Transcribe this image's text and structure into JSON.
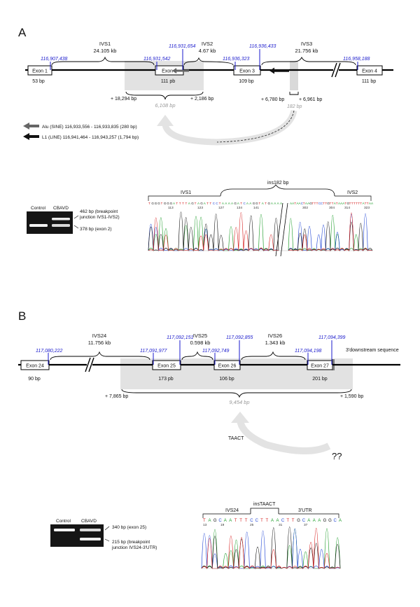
{
  "panelA": {
    "label": "A",
    "exons": [
      "Exon 1",
      "Exon 2",
      "Exon 3",
      "Exon 4"
    ],
    "exon_sizes": [
      "53  bp",
      "111  pb",
      "109  bp",
      "111  bp"
    ],
    "introns": [
      {
        "name": "IVS1",
        "size": "24.105  kb"
      },
      {
        "name": "IVS2",
        "size": "4.67  kb"
      },
      {
        "name": "IVS3",
        "size": "21.756  kb"
      }
    ],
    "positions": [
      "116,907,438",
      "116,931,542",
      "116,931,654",
      "116,936,323",
      "116,936,433",
      "116,958,188"
    ],
    "deletion_flanks": [
      "+ 18,294  bp",
      "+ 2,186  bp"
    ],
    "deletion_size": "6,108  bp",
    "insert_flanks": [
      "+ 6,780  bp",
      "+ 6,961  bp"
    ],
    "insert_size": "182 bp",
    "legend": [
      "Alu (SINE) 116,933,556 - 116,933,835 (280    bp)",
      "L1 (LINE) 116,941,464 - 116,943,257 (1,794    bp)"
    ],
    "gel_lanes": [
      "Control",
      "CBAVD"
    ],
    "gel_bands": [
      "462 bp (breakpoint",
      "junction IVS1-IVS2)",
      "378 bp (exon 2)"
    ],
    "seq_labels": [
      "IVS1",
      "ins182 bp",
      "IVS2"
    ],
    "seq_left": "TGGGTGGGATTTTAGTAGATTCCTAAAAGATCAAGGTATGAAAA",
    "seq_right": "AATAACTAAGTTTCCTTGTTATAAATGTTTTTTATTAA",
    "seq_nums_left": [
      "113",
      "123",
      "127",
      "134",
      "141"
    ],
    "seq_nums_right": [
      "302",
      "304",
      "314",
      "323"
    ]
  },
  "panelB": {
    "label": "B",
    "exons": [
      "Exon 24",
      "Exon 25",
      "Exon 26",
      "Exon 27"
    ],
    "exon_sizes": [
      "90  bp",
      "173  pb",
      "106  bp",
      "201  bp"
    ],
    "introns": [
      {
        "name": "IVS24",
        "size": "11.756  kb"
      },
      {
        "name": "IVS25",
        "size": "0.598  kb"
      },
      {
        "name": "IVS26",
        "size": "1.343  kb"
      }
    ],
    "positions": [
      "117,080,222",
      "117,091,977",
      "117,092,151",
      "117,092,749",
      "117,092,855",
      "117,094,198",
      "117,094,399"
    ],
    "downstream": "3'downstream sequence",
    "deletion_flanks": [
      "+ 7,865  bp",
      "+ 1,590 bp"
    ],
    "deletion_size": "9,454  bp",
    "insert": "TAACT",
    "unknown": "??",
    "gel_lanes": [
      "Control",
      "CBAVD"
    ],
    "gel_bands": [
      "340 bp (exon 25)",
      "215 bp (breakpoint",
      "junction IVS24-3'UTR)"
    ],
    "seq_labels": [
      "IVS24",
      "insTAACT",
      "3'UTR"
    ],
    "seq": "TAGCAATTTCCTTAACTTGCAAAGGCA",
    "seq_nums": [
      "13",
      "19",
      "25",
      "31",
      "37"
    ]
  }
}
